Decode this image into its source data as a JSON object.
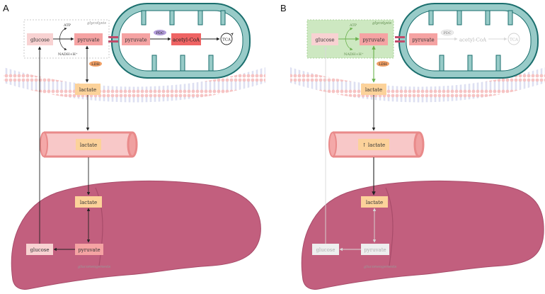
{
  "panels": [
    {
      "label": "A",
      "glycolysis_label": "glycolysis",
      "glucose": "glucose",
      "pyruvate": "pyruvate",
      "atp": "ATP",
      "nadh": "NADH+H⁺",
      "mito_pyruvate": "pyruvate",
      "pdc": "PDC",
      "acetyl_coa": "acetyl-CoA",
      "tca": "TCA",
      "ldh": "LDH",
      "lactate_cell": "lactate",
      "lactate_vessel": "lactate",
      "lactate_liver": "lactate",
      "liver_pyruvate": "pyruvate",
      "liver_glucose": "glucose",
      "gluconeogenesis_label": "gluconeogenesis"
    },
    {
      "label": "B",
      "glycolysis_label": "glycolysis",
      "glucose": "glucose",
      "pyruvate": "pyruvate",
      "atp": "ATP",
      "nadh": "NADH+H⁺",
      "mito_pyruvate": "pyruvate",
      "pdc": "PDC",
      "acetyl_coa": "acetyl-CoA",
      "tca": "TCA",
      "ldh": "LDH",
      "lactate_cell": "lactate",
      "lactate_vessel": "↑ lactate",
      "lactate_liver": "lactate",
      "liver_pyruvate": "pyruvate",
      "liver_glucose": "glucose",
      "gluconeogenesis_label": "gluconeogenesis"
    }
  ],
  "colors": {
    "mito_fill": "#98cbc8",
    "mito_stroke": "#1a6e6d",
    "liver": "#c25f7e",
    "vessel": "#f4a8a8",
    "lactate_box": "#fcd29a",
    "pyruvate_box": "#f5a3a3",
    "glucose_box": "#f8d2d2",
    "acetyl_box": "#ef6464",
    "pdc_badge": "#b39ddb",
    "ldh_badge": "#f0a066",
    "glycolysis_green": "#cde8c1",
    "active_green": "#6ab04c"
  }
}
